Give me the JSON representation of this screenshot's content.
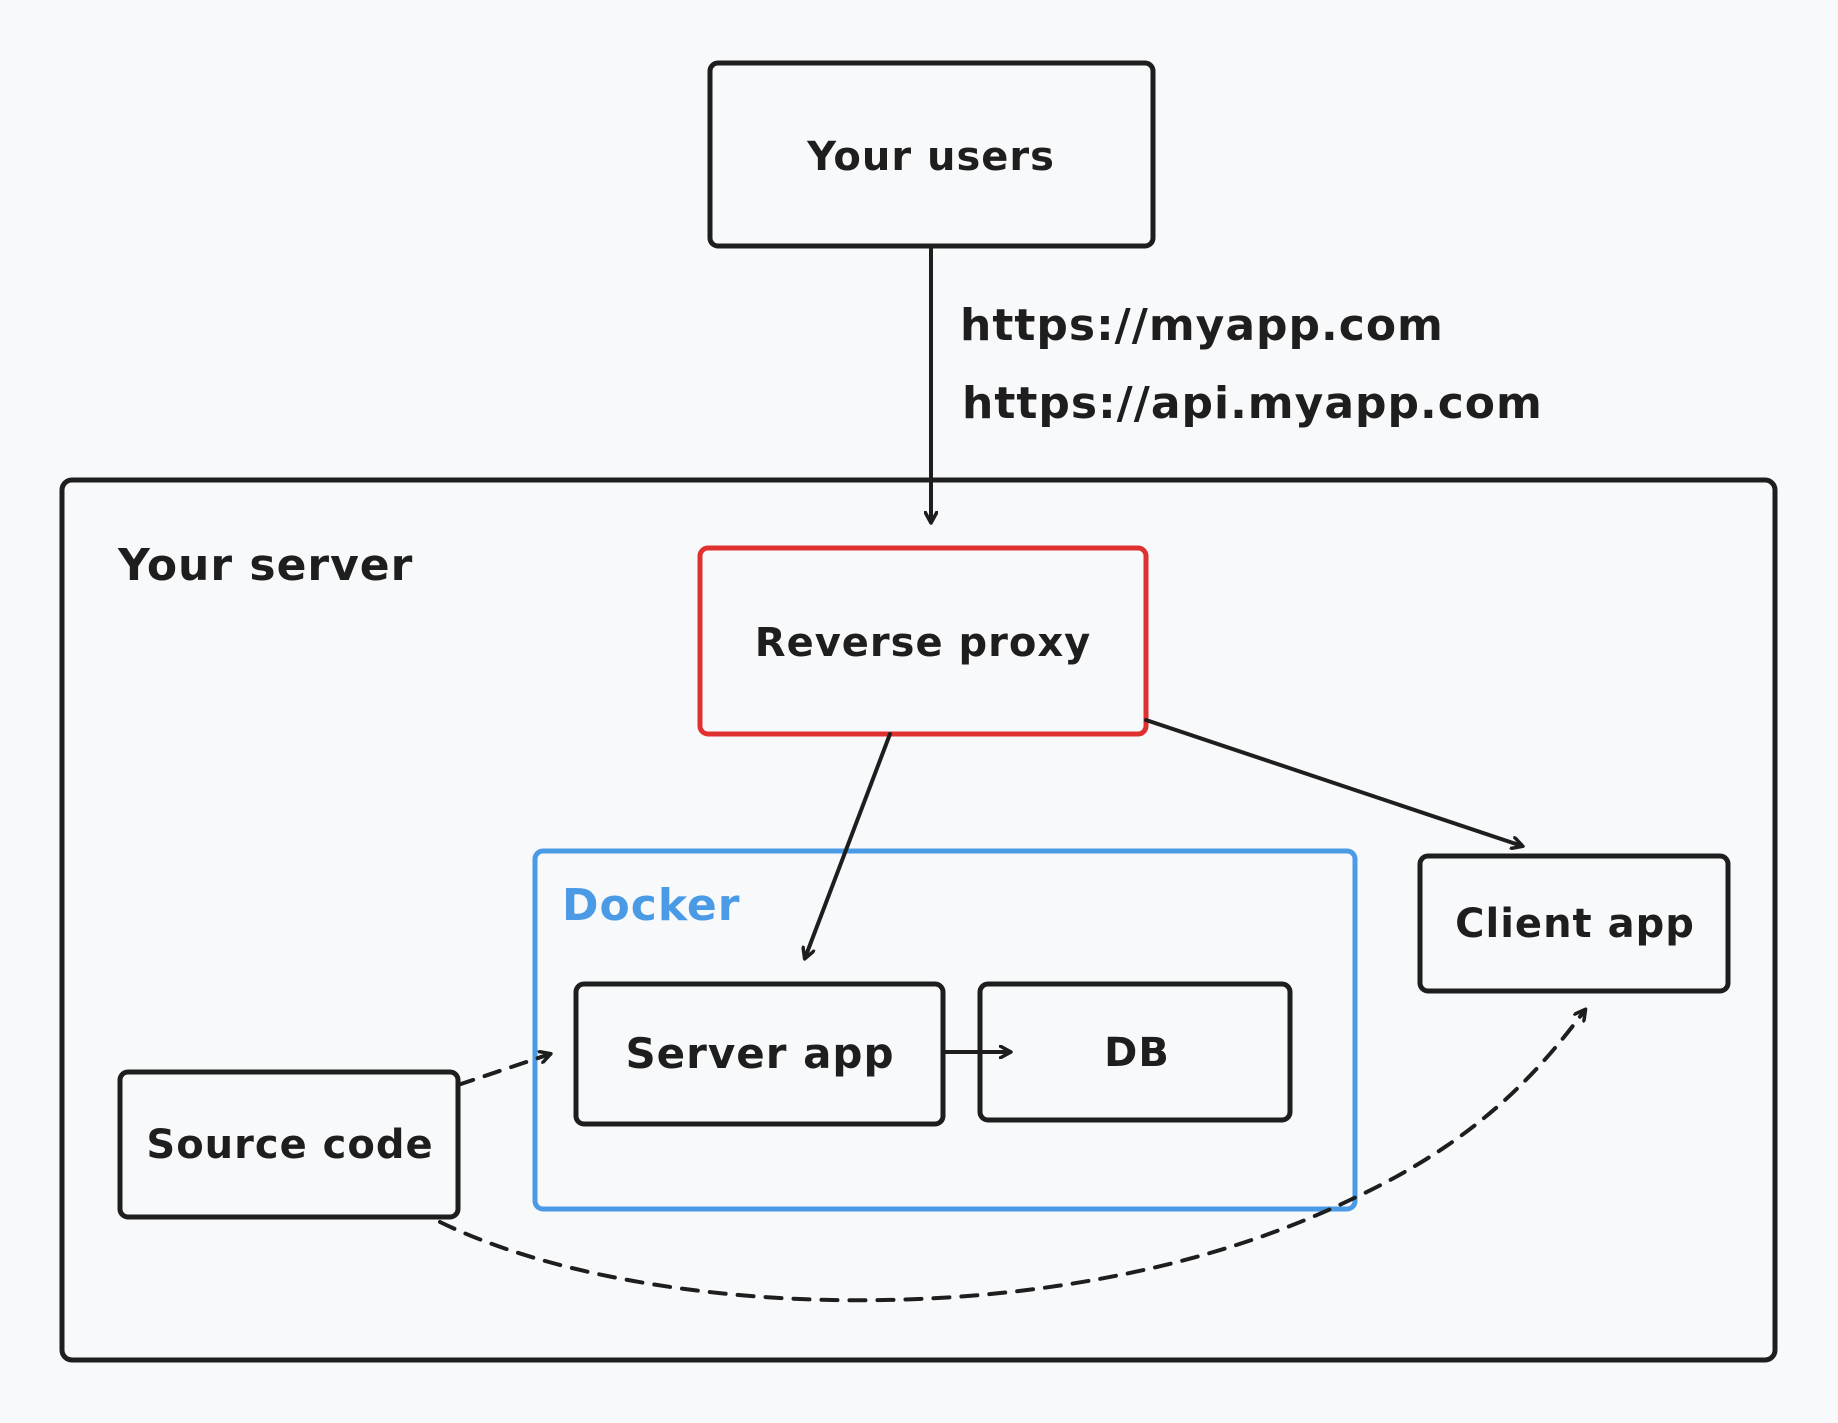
{
  "nodes": {
    "users": {
      "label": "Your users"
    },
    "server": {
      "label": "Your server"
    },
    "proxy": {
      "label": "Reverse proxy"
    },
    "docker": {
      "label": "Docker"
    },
    "server_app": {
      "label": "Server app"
    },
    "db": {
      "label": "DB"
    },
    "client_app": {
      "label": "Client app"
    },
    "source_code": {
      "label": "Source code"
    }
  },
  "edge_labels": {
    "url_main": "https://myapp.com",
    "url_api": "https://api.myapp.com"
  },
  "colors": {
    "stroke": "#1e1e1e",
    "proxy_border": "#e03131",
    "docker_border": "#4a9ae6",
    "background": "#f8f9fa"
  }
}
